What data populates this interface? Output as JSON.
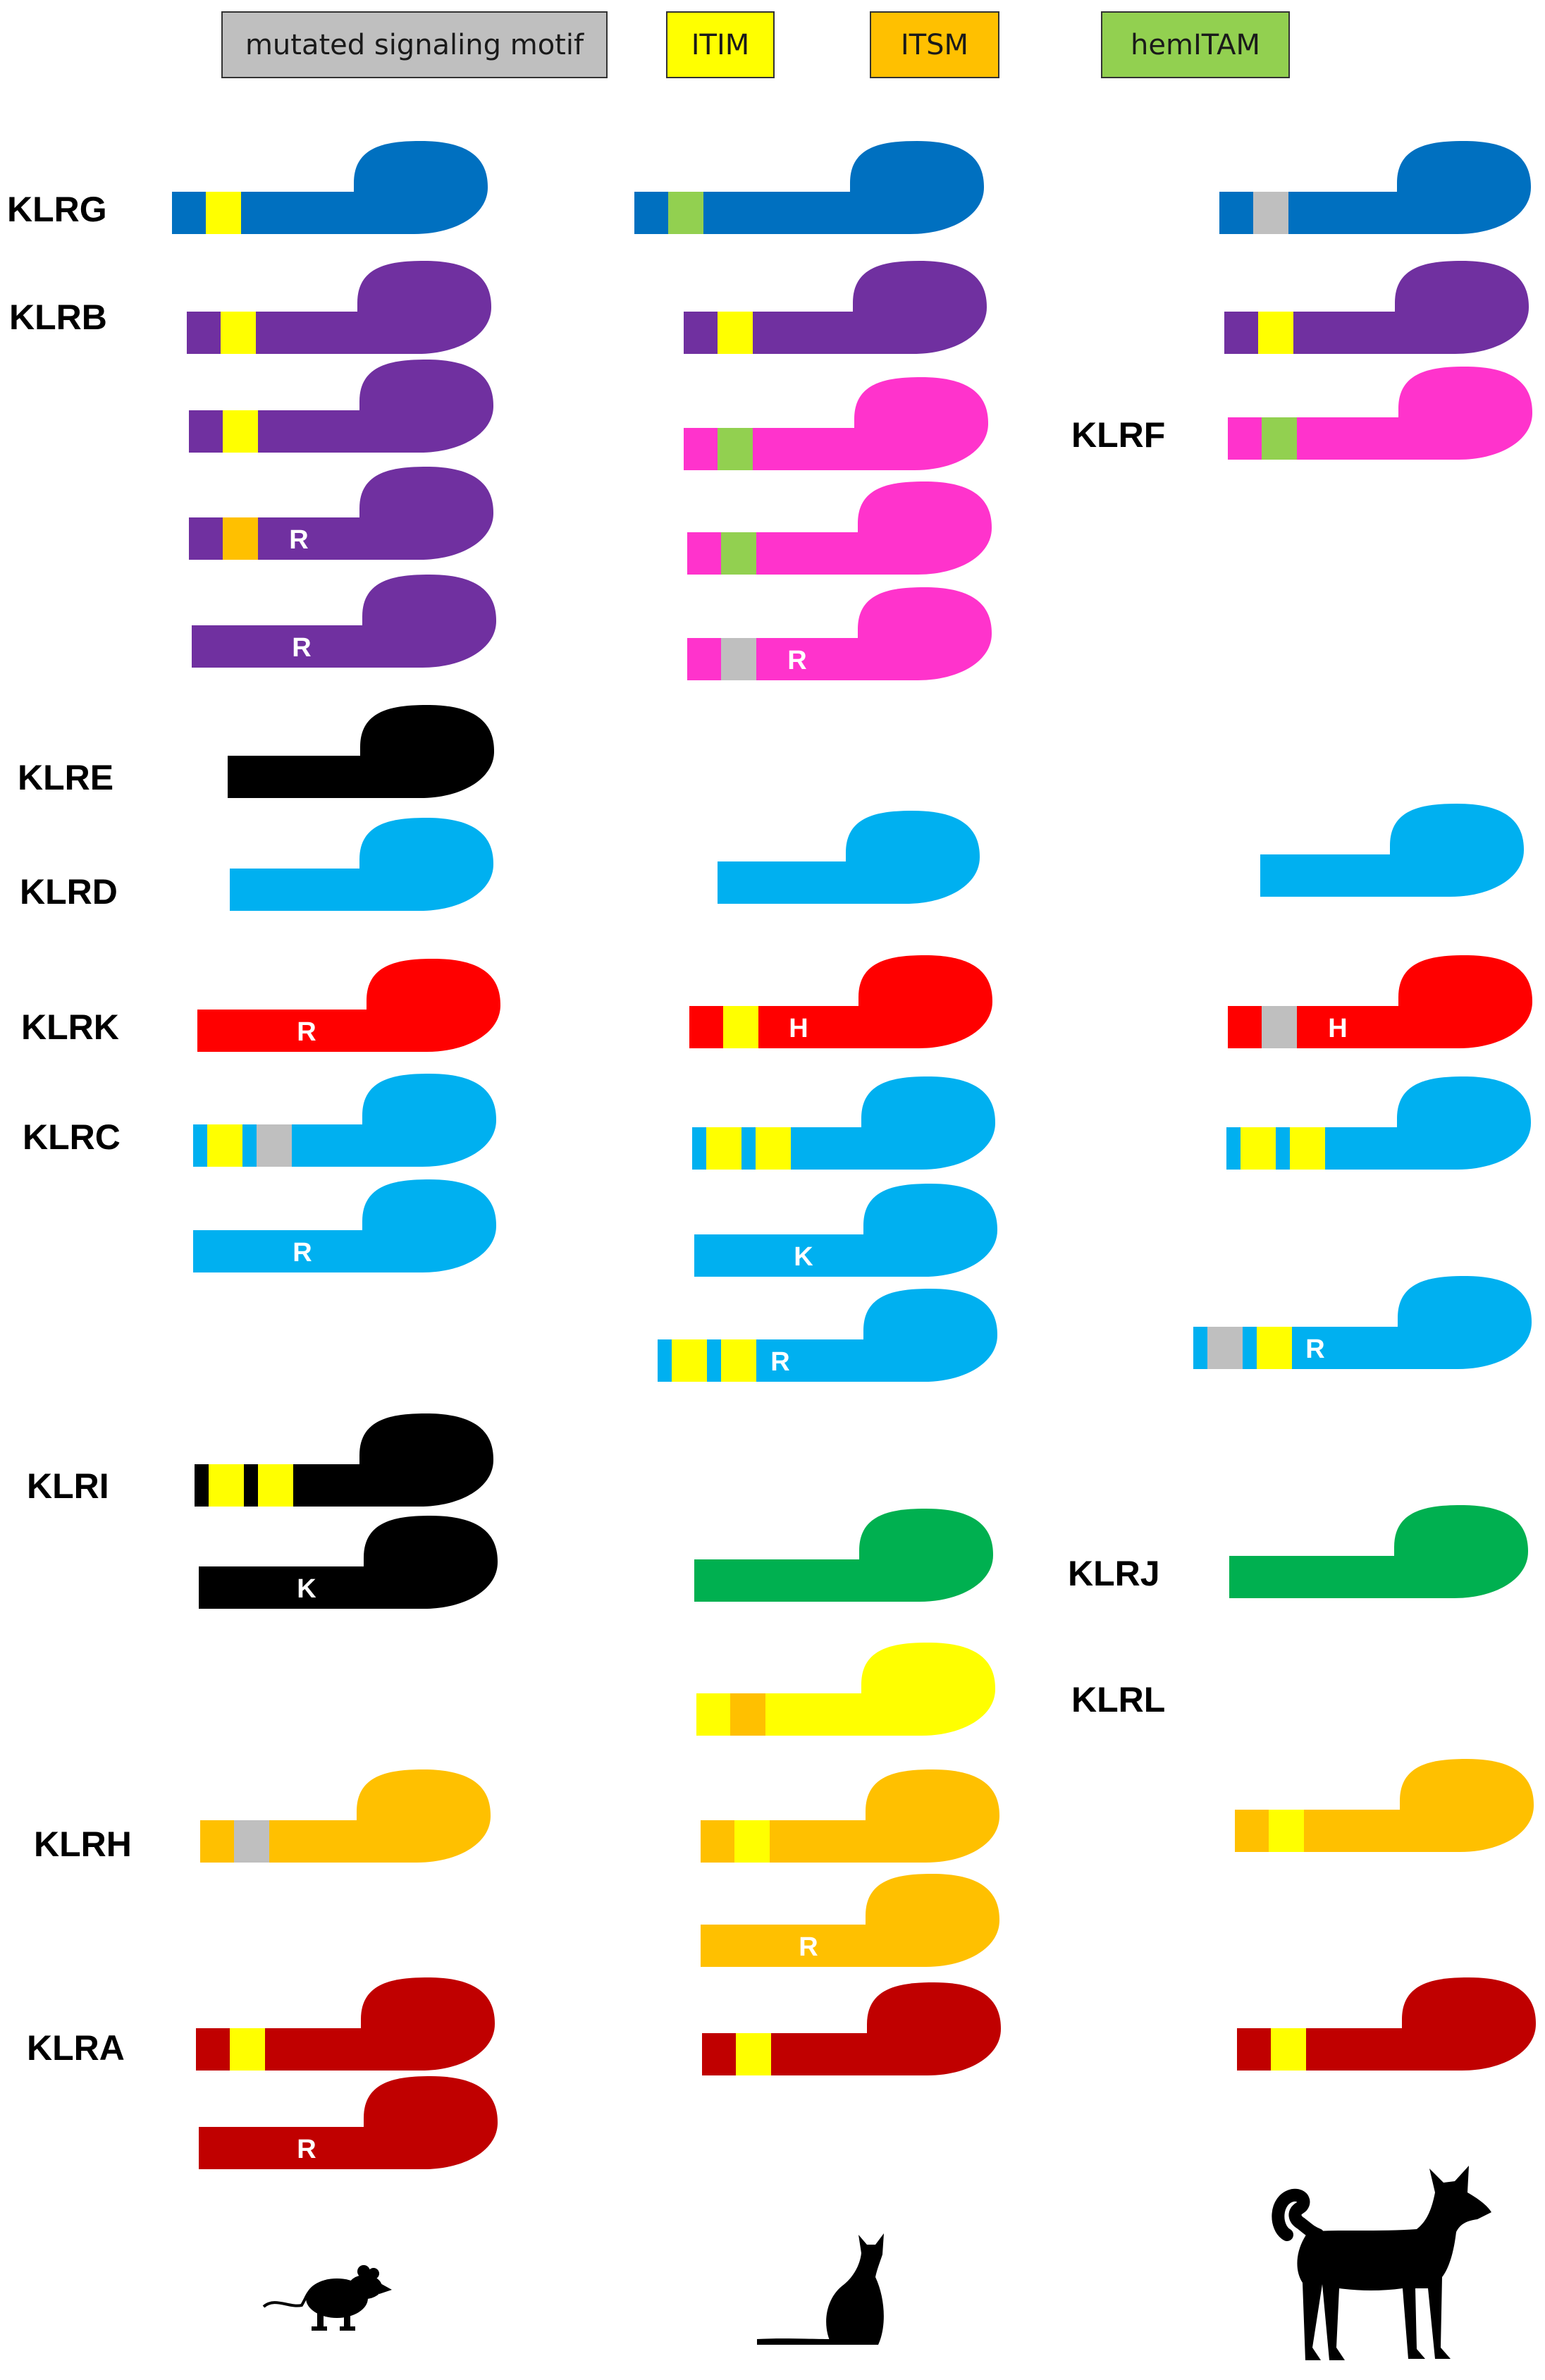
{
  "legend": [
    {
      "key": "mutated",
      "label": "mutated signaling motif",
      "color": "#bfbfbf"
    },
    {
      "key": "itim",
      "label": "ITIM",
      "color": "#ffff00"
    },
    {
      "key": "itsm",
      "label": "ITSM",
      "color": "#ffc000"
    },
    {
      "key": "hemitam",
      "label": "hemITAM",
      "color": "#92d050"
    }
  ],
  "genes": {
    "KLRG": "KLRG",
    "KLRB": "KLRB",
    "KLRF": "KLRF",
    "KLRE": "KLRE",
    "KLRD": "KLRD",
    "KLRK": "KLRK",
    "KLRC": "KLRC",
    "KLRI": "KLRI",
    "KLRJ": "KLRJ",
    "KLRL": "KLRL",
    "KLRH": "KLRH",
    "KLRA": "KLRA"
  },
  "species": [
    {
      "column": 1,
      "icon": "mouse-silhouette-icon"
    },
    {
      "column": 2,
      "icon": "cat-silhouette-icon"
    },
    {
      "column": 3,
      "icon": "dog-silhouette-icon"
    }
  ],
  "colors": {
    "klrg": "#0070c0",
    "klrb": "#7030a0",
    "klrf": "#ff33cc",
    "klre": "#000000",
    "klrd": "#00b0f0",
    "klrk": "#ff0000",
    "klrc": "#00b0f0",
    "klri": "#000000",
    "klrj": "#00b050",
    "klrl": "#ffff00",
    "klrh": "#ffc000",
    "klra": "#c00000"
  },
  "receptors": [
    {
      "gene": "KLRG",
      "species": "mouse",
      "color": "klrg",
      "motifs": [
        "itim"
      ],
      "residue": ""
    },
    {
      "gene": "KLRG",
      "species": "cat",
      "color": "klrg",
      "motifs": [
        "hemitam"
      ],
      "residue": ""
    },
    {
      "gene": "KLRG",
      "species": "dog",
      "color": "klrg",
      "motifs": [
        "mutated"
      ],
      "residue": ""
    },
    {
      "gene": "KLRB",
      "species": "mouse",
      "color": "klrb",
      "motifs": [
        "itim"
      ],
      "residue": ""
    },
    {
      "gene": "KLRB",
      "species": "mouse",
      "color": "klrb",
      "motifs": [
        "itim"
      ],
      "residue": ""
    },
    {
      "gene": "KLRB",
      "species": "mouse",
      "color": "klrb",
      "motifs": [
        "itsm"
      ],
      "residue": "R"
    },
    {
      "gene": "KLRB",
      "species": "mouse",
      "color": "klrb",
      "motifs": [],
      "residue": "R"
    },
    {
      "gene": "KLRB",
      "species": "cat",
      "color": "klrb",
      "motifs": [
        "itim"
      ],
      "residue": ""
    },
    {
      "gene": "KLRF",
      "species": "cat",
      "color": "klrf",
      "motifs": [
        "hemitam"
      ],
      "residue": ""
    },
    {
      "gene": "KLRF",
      "species": "cat",
      "color": "klrf",
      "motifs": [
        "hemitam"
      ],
      "residue": ""
    },
    {
      "gene": "KLRF",
      "species": "cat",
      "color": "klrf",
      "motifs": [
        "mutated"
      ],
      "residue": "R"
    },
    {
      "gene": "KLRB",
      "species": "dog",
      "color": "klrb",
      "motifs": [
        "itim"
      ],
      "residue": ""
    },
    {
      "gene": "KLRF",
      "species": "dog",
      "color": "klrf",
      "motifs": [
        "hemitam"
      ],
      "residue": ""
    },
    {
      "gene": "KLRE",
      "species": "mouse",
      "color": "klre",
      "motifs": [],
      "residue": ""
    },
    {
      "gene": "KLRD",
      "species": "mouse",
      "color": "klrd",
      "motifs": [],
      "residue": ""
    },
    {
      "gene": "KLRD",
      "species": "cat",
      "color": "klrd",
      "motifs": [],
      "residue": ""
    },
    {
      "gene": "KLRD",
      "species": "dog",
      "color": "klrd",
      "motifs": [],
      "residue": ""
    },
    {
      "gene": "KLRK",
      "species": "mouse",
      "color": "klrk",
      "motifs": [],
      "residue": "R"
    },
    {
      "gene": "KLRK",
      "species": "cat",
      "color": "klrk",
      "motifs": [
        "itim"
      ],
      "residue": "H"
    },
    {
      "gene": "KLRK",
      "species": "dog",
      "color": "klrk",
      "motifs": [
        "mutated"
      ],
      "residue": "H"
    },
    {
      "gene": "KLRC",
      "species": "mouse",
      "color": "klrc",
      "motifs": [
        "itim",
        "mutated"
      ],
      "residue": ""
    },
    {
      "gene": "KLRC",
      "species": "mouse",
      "color": "klrc",
      "motifs": [],
      "residue": "R"
    },
    {
      "gene": "KLRC",
      "species": "cat",
      "color": "klrc",
      "motifs": [
        "itim",
        "itim"
      ],
      "residue": ""
    },
    {
      "gene": "KLRC",
      "species": "cat",
      "color": "klrc",
      "motifs": [],
      "residue": "K"
    },
    {
      "gene": "KLRC",
      "species": "cat",
      "color": "klrc",
      "motifs": [
        "itim",
        "itim"
      ],
      "residue": "R"
    },
    {
      "gene": "KLRC",
      "species": "dog",
      "color": "klrc",
      "motifs": [
        "itim",
        "itim"
      ],
      "residue": ""
    },
    {
      "gene": "KLRC",
      "species": "dog",
      "color": "klrc",
      "motifs": [
        "mutated",
        "itim"
      ],
      "residue": "R"
    },
    {
      "gene": "KLRI",
      "species": "mouse",
      "color": "klri",
      "motifs": [
        "itim",
        "itim"
      ],
      "residue": ""
    },
    {
      "gene": "KLRI",
      "species": "mouse",
      "color": "klri",
      "motifs": [],
      "residue": "K"
    },
    {
      "gene": "KLRJ",
      "species": "cat",
      "color": "klrj",
      "motifs": [],
      "residue": ""
    },
    {
      "gene": "KLRJ",
      "species": "dog",
      "color": "klrj",
      "motifs": [],
      "residue": ""
    },
    {
      "gene": "KLRL",
      "species": "cat",
      "color": "klrl",
      "motifs": [
        "itsm"
      ],
      "residue": ""
    },
    {
      "gene": "KLRH",
      "species": "mouse",
      "color": "klrh",
      "motifs": [
        "mutated"
      ],
      "residue": ""
    },
    {
      "gene": "KLRH",
      "species": "cat",
      "color": "klrh",
      "motifs": [
        "itim"
      ],
      "residue": ""
    },
    {
      "gene": "KLRH",
      "species": "cat",
      "color": "klrh",
      "motifs": [],
      "residue": "R"
    },
    {
      "gene": "KLRH",
      "species": "dog",
      "color": "klrh",
      "motifs": [
        "itim"
      ],
      "residue": ""
    },
    {
      "gene": "KLRA",
      "species": "mouse",
      "color": "klra",
      "motifs": [
        "itim"
      ],
      "residue": ""
    },
    {
      "gene": "KLRA",
      "species": "mouse",
      "color": "klra",
      "motifs": [],
      "residue": "R"
    },
    {
      "gene": "KLRA",
      "species": "cat",
      "color": "klra",
      "motifs": [
        "itim"
      ],
      "residue": ""
    },
    {
      "gene": "KLRA",
      "species": "dog",
      "color": "klra",
      "motifs": [
        "itim"
      ],
      "residue": ""
    }
  ]
}
